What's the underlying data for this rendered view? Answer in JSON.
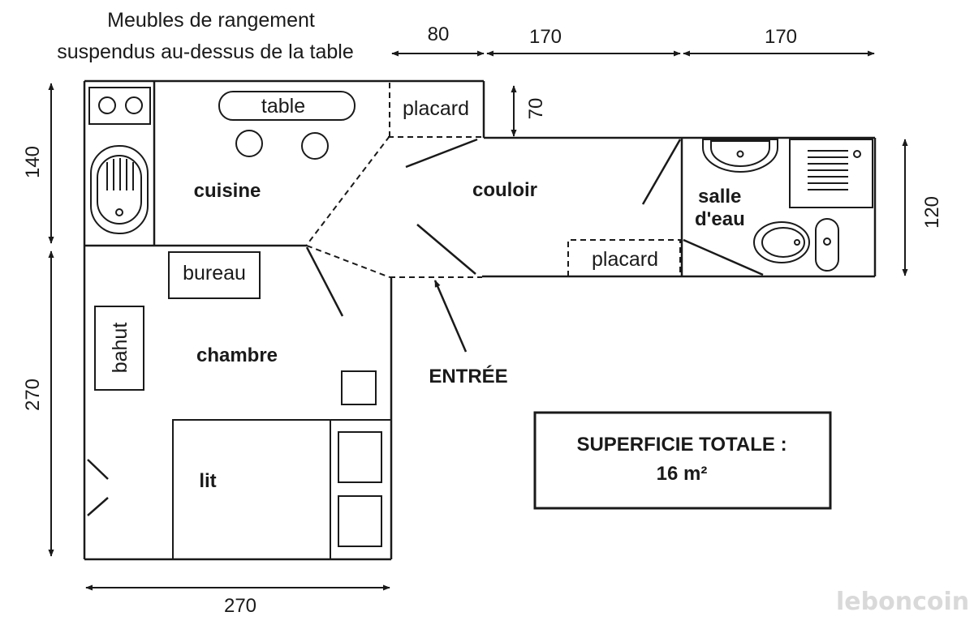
{
  "note": {
    "line1": "Meubles de rangement",
    "line2": "suspendus au-dessus de la table"
  },
  "dimensions": {
    "top_80": "80",
    "top_170_a": "170",
    "top_170_b": "170",
    "left_140": "140",
    "left_270": "270",
    "bottom_270": "270",
    "placard_70": "70",
    "right_120": "120"
  },
  "rooms": {
    "cuisine": "cuisine",
    "couloir": "couloir",
    "salle_line1": "salle",
    "salle_line2": "d'eau",
    "chambre": "chambre",
    "lit": "lit"
  },
  "furniture": {
    "table": "table",
    "placard_top": "placard",
    "placard_bottom": "placard",
    "bureau": "bureau",
    "bahut": "bahut"
  },
  "entrance": "ENTRÉE",
  "total": {
    "line1": "SUPERFICIE TOTALE :",
    "line2": "16 m²"
  },
  "watermark": "leboncoin"
}
